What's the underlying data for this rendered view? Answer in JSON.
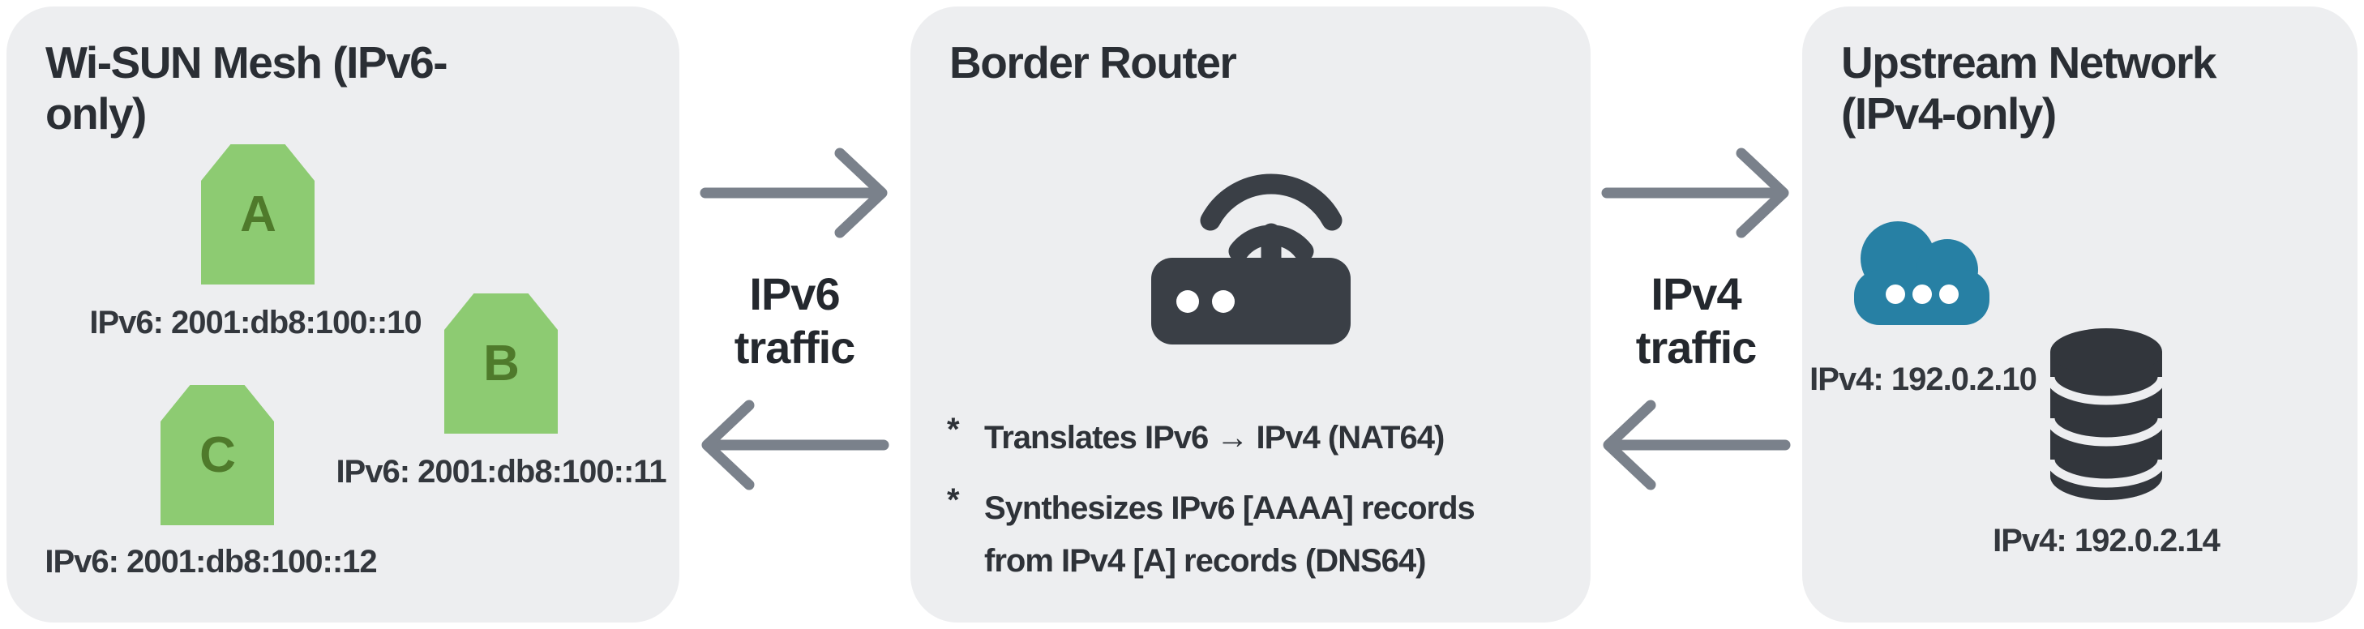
{
  "panels": {
    "mesh": {
      "title": "Wi-SUN Mesh (IPv6-only)",
      "nodes": [
        {
          "label": "A",
          "address": "IPv6: 2001:db8:100::10"
        },
        {
          "label": "B",
          "address": "IPv6: 2001:db8:100::11"
        },
        {
          "label": "C",
          "address": "IPv6: 2001:db8:100::12"
        }
      ]
    },
    "border_router": {
      "title": "Border Router",
      "bullet_marker": "*",
      "bullets": [
        "Translates IPv6 → IPv4 (NAT64)",
        "Synthesizes IPv6 [AAAA] records from IPv4 [A] records (DNS64)"
      ]
    },
    "upstream": {
      "title": "Upstream Network (IPv4-only)",
      "cloud_address": "IPv4: 192.0.2.10",
      "db_address": "IPv4: 192.0.2.14"
    }
  },
  "links": {
    "left": {
      "line1": "IPv6",
      "line2": "traffic"
    },
    "right": {
      "line1": "IPv4",
      "line2": "traffic"
    }
  },
  "colors": {
    "panel_bg": "#edeef0",
    "node_green": "#8dcb72",
    "node_letter_green": "#4f7a2b",
    "arrow_gray": "#7a818b",
    "icon_dark": "#3a3f46",
    "cloud_blue": "#2780a4",
    "text_dark": "#2a2e34"
  }
}
